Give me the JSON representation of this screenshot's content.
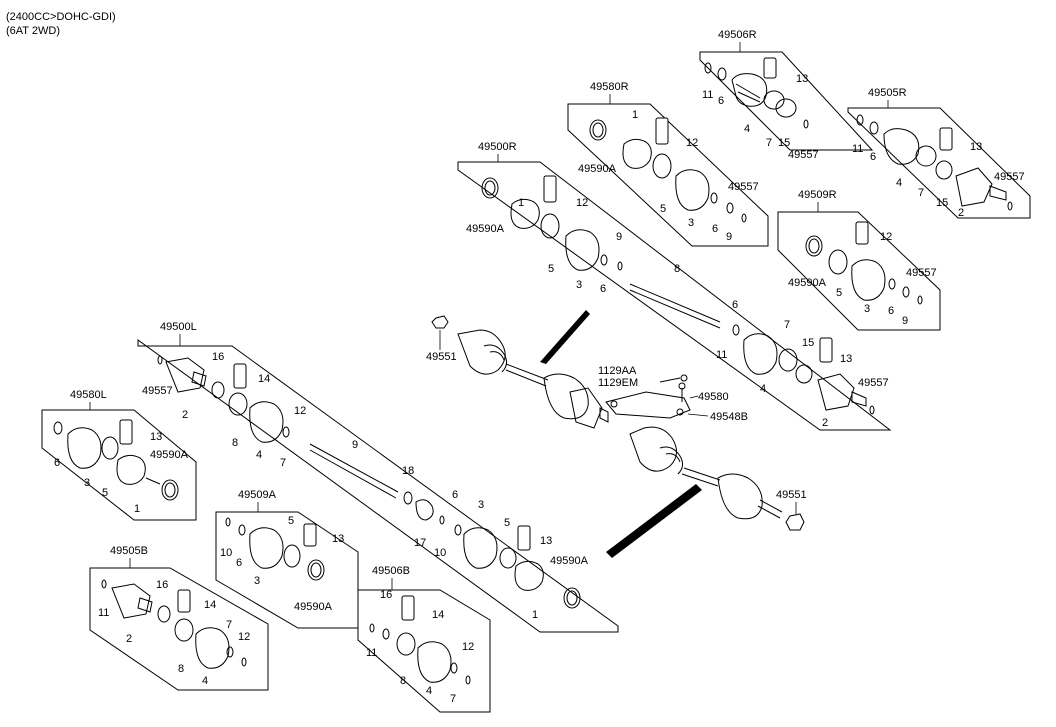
{
  "header": {
    "engine": "(2400CC>DOHC-GDI)",
    "transmission": "(6AT 2WD)"
  },
  "labels": {
    "p49506R": "49506R",
    "p49580R": "49580R",
    "p49505R": "49505R",
    "p49500R": "49500R",
    "p49509R": "49509R",
    "p49500L": "49500L",
    "p49580L": "49580L",
    "p49509A": "49509A",
    "p49505B": "49505B",
    "p49506B": "49506B",
    "p49551": "49551",
    "p49580": "49580",
    "p49548B": "49548B",
    "p1129AA": "1129AA",
    "p1129EM": "1129EM",
    "p49557": "49557",
    "p49590A": "49590A",
    "n1": "1",
    "n2": "2",
    "n3": "3",
    "n4": "4",
    "n5": "5",
    "n6": "6",
    "n7": "7",
    "n8": "8",
    "n9": "9",
    "n10": "10",
    "n11": "11",
    "n12": "12",
    "n13": "13",
    "n14": "14",
    "n15": "15",
    "n16": "16",
    "n17": "17",
    "n18": "18"
  }
}
